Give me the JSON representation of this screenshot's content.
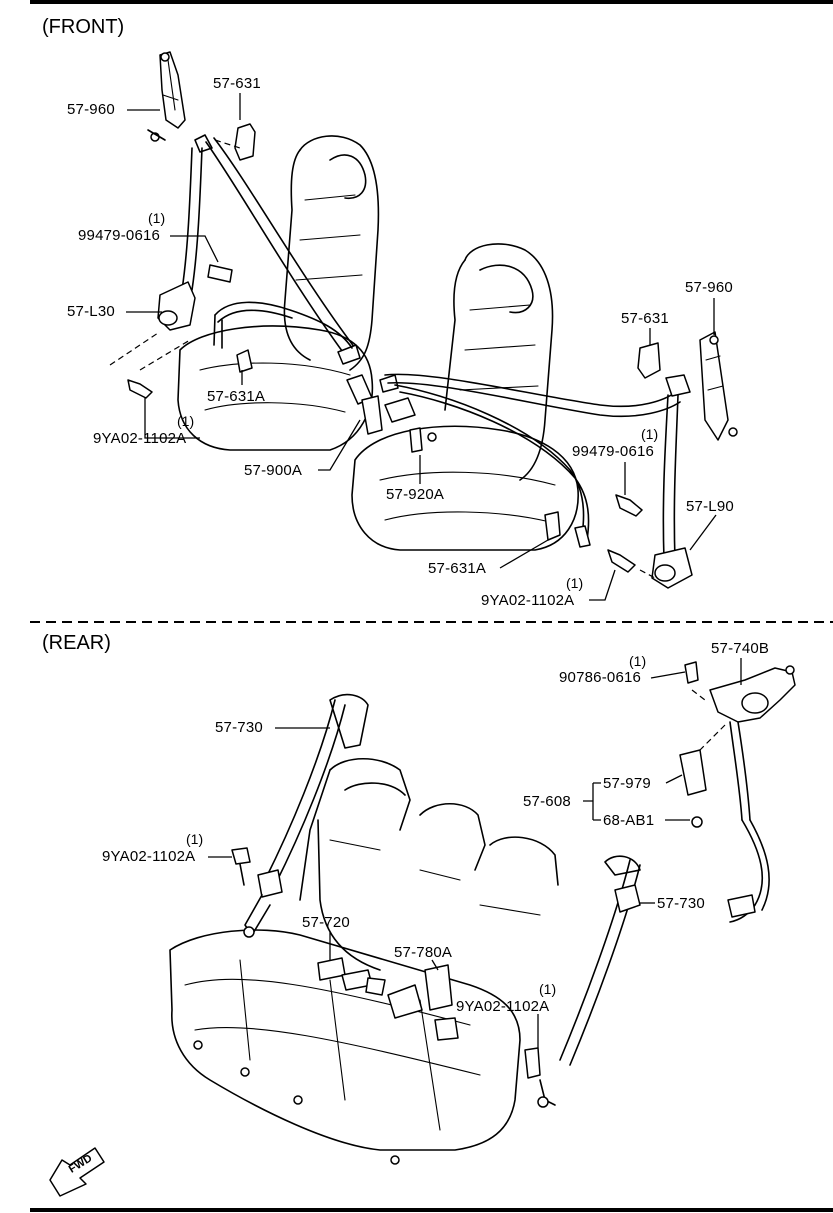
{
  "sections": {
    "front": "(FRONT)",
    "rear": "(REAR)"
  },
  "front_labels": {
    "l_57_960_left": "57-960",
    "l_57_631_left": "57-631",
    "l_99479_left": "99479-0616",
    "q_99479_left": "(1)",
    "l_57_L30": "57-L30",
    "l_57_631A_left": "57-631A",
    "l_9YA02_left": "9YA02-1102A",
    "q_9YA02_left": "(1)",
    "l_57_900A": "57-900A",
    "l_57_920A": "57-920A",
    "l_57_960_right": "57-960",
    "l_57_631_right": "57-631",
    "l_99479_right": "99479-0616",
    "q_99479_right": "(1)",
    "l_57_L90": "57-L90",
    "l_57_631A_right": "57-631A",
    "l_9YA02_right": "9YA02-1102A",
    "q_9YA02_right": "(1)"
  },
  "rear_labels": {
    "l_57_730_left": "57-730",
    "l_9YA02_left": "9YA02-1102A",
    "q_9YA02_left": "(1)",
    "l_57_720": "57-720",
    "l_57_780A": "57-780A",
    "l_9YA02_mid": "9YA02-1102A",
    "q_9YA02_mid": "(1)",
    "l_57_730_right": "57-730",
    "l_57_740B": "57-740B",
    "l_90786": "90786-0616",
    "q_90786": "(1)",
    "l_57_608": "57-608",
    "l_57_979": "57-979",
    "l_68_AB1": "68-AB1"
  },
  "fwd_label": "FWD",
  "icons": {
    "fwd_arrow": "fwd-arrow-icon"
  }
}
